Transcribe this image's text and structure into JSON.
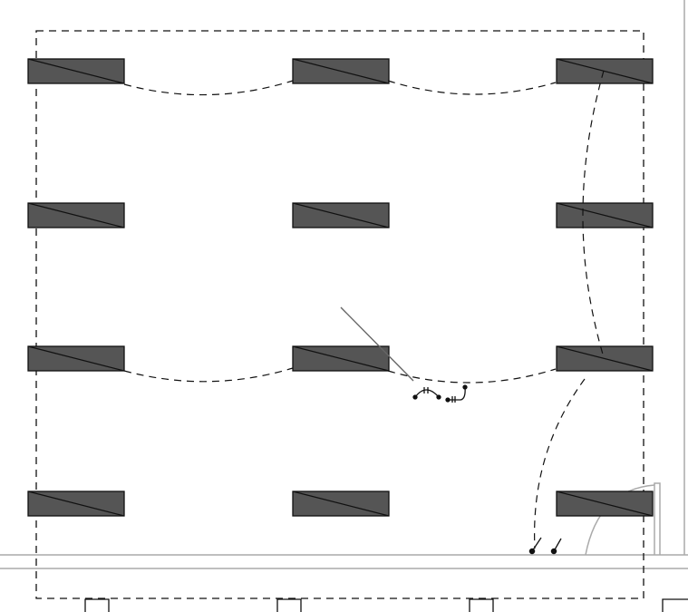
{
  "drawing": {
    "type": "lighting-circuit-plan",
    "colors": {
      "background": "#ffffff",
      "fixture_fill": "#555555",
      "fixture_stroke": "#111111",
      "wiring": "#111111",
      "room_line": "#999999",
      "wall_line": "#aaaaaa"
    },
    "fixtures": {
      "rows": 4,
      "columns": 3,
      "count": 12,
      "symbol": "fluorescent-troffer-diagonal"
    },
    "room_boundary": {
      "style": "dashed",
      "dash": "8 6"
    },
    "wiring_runs": [
      {
        "from": "fixture-r1-c1",
        "to": "fixture-r1-c2",
        "style": "dashed-arc"
      },
      {
        "from": "fixture-r1-c2",
        "to": "fixture-r1-c3",
        "style": "dashed-arc"
      },
      {
        "from": "fixture-r1-c3",
        "to": "fixture-r3-c3",
        "style": "dashed-arc"
      },
      {
        "from": "fixture-r3-c1",
        "to": "fixture-r3-c2",
        "style": "dashed-arc"
      },
      {
        "from": "fixture-r3-c2",
        "to": "fixture-r3-c3",
        "style": "dashed-arc"
      },
      {
        "from": "fixture-r3-c3",
        "to": "switch-outlets",
        "style": "dashed-arc"
      }
    ],
    "symbols": [
      "home-run-arrows",
      "switch-outlet-pair",
      "door-swing-arc"
    ]
  }
}
